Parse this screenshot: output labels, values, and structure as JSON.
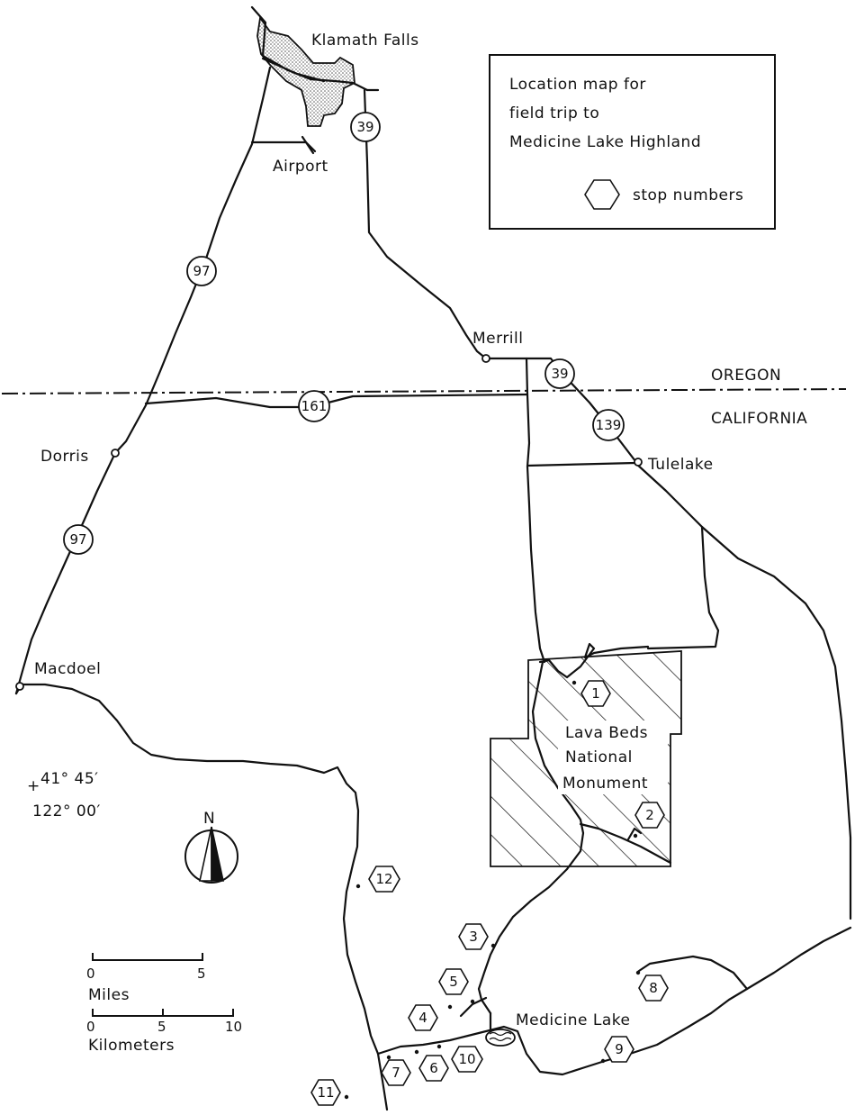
{
  "legend": {
    "title_line1": "Location map for",
    "title_line2": "field trip to",
    "title_line3": "Medicine Lake Highland",
    "stop_label": "stop numbers"
  },
  "places": {
    "klamath_falls": "Klamath Falls",
    "airport": "Airport",
    "merrill": "Merrill",
    "dorris": "Dorris",
    "tulelake": "Tulelake",
    "macdoel": "Macdoel",
    "medicine_lake": "Medicine Lake",
    "oregon": "OREGON",
    "california": "CALIFORNIA",
    "lava_beds_1": "Lava Beds",
    "lava_beds_2": "National",
    "lava_beds_3": "Monument"
  },
  "highways": {
    "h39_north": "39",
    "h97_north": "97",
    "h39_south": "39",
    "h161": "161",
    "h139": "139",
    "h97_south": "97"
  },
  "stops": {
    "s1": "1",
    "s2": "2",
    "s3": "3",
    "s4": "4",
    "s5": "5",
    "s6": "6",
    "s7": "7",
    "s8": "8",
    "s9": "9",
    "s10": "10",
    "s11": "11",
    "s12": "12"
  },
  "coordinates": {
    "lat": "41° 45′",
    "lon": "122° 00′"
  },
  "north_arrow": "N",
  "scale": {
    "miles_0": "0",
    "miles_5": "5",
    "miles_label": "Miles",
    "km_0": "0",
    "km_5": "5",
    "km_10": "10",
    "km_label": "Kilometers"
  }
}
